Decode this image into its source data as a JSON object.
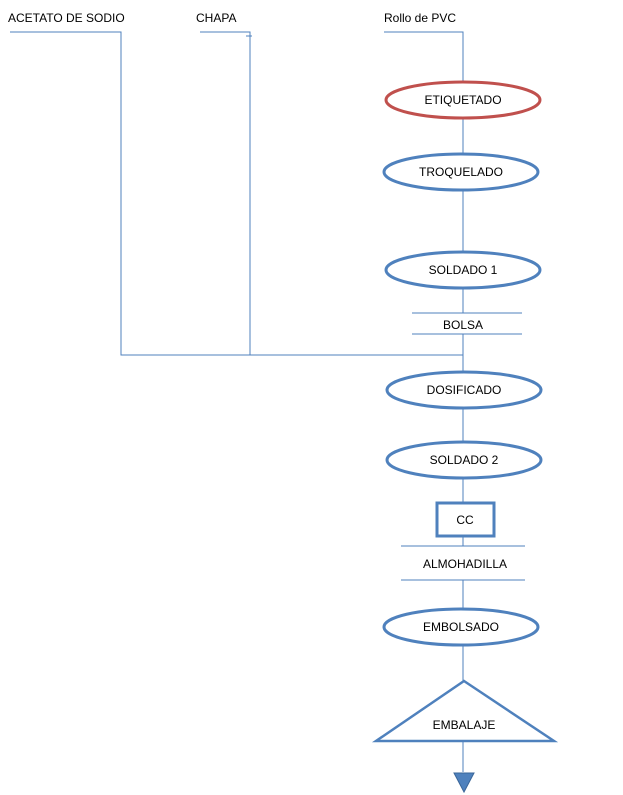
{
  "inputs": {
    "acetato": "ACETATO DE SODIO",
    "chapa": "CHAPA",
    "rollo": "Rollo de PVC"
  },
  "steps": {
    "etiquetado": "ETIQUETADO",
    "troquelado": "TROQUELADO",
    "soldado1": "SOLDADO 1",
    "dosificado": "DOSIFICADO",
    "soldado2": "SOLDADO 2",
    "embolsado": "EMBOLSADO"
  },
  "intermediates": {
    "bolsa": "BOLSA",
    "almohadilla": "ALMOHADILLA"
  },
  "control": {
    "cc": "CC"
  },
  "final": {
    "embalaje": "EMBALAJE"
  },
  "colors": {
    "line": "#4f81bd",
    "node_stroke": "#4f81bd",
    "highlight_stroke": "#c0504d",
    "end_fill": "#4f81bd",
    "text": "#000000"
  }
}
